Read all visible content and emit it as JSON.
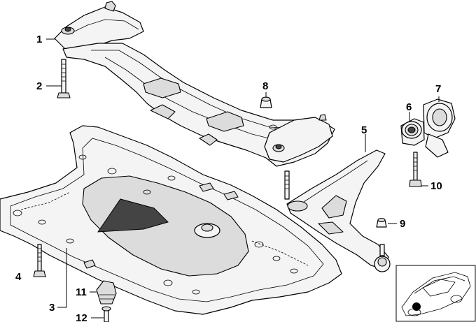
{
  "diagram": {
    "callouts": [
      {
        "id": "1",
        "label": "1"
      },
      {
        "id": "2",
        "label": "2"
      },
      {
        "id": "3",
        "label": "3"
      },
      {
        "id": "4",
        "label": "4"
      },
      {
        "id": "5",
        "label": "5"
      },
      {
        "id": "6",
        "label": "6"
      },
      {
        "id": "7",
        "label": "7"
      },
      {
        "id": "8",
        "label": "8"
      },
      {
        "id": "9",
        "label": "9"
      },
      {
        "id": "10",
        "label": "10"
      },
      {
        "id": "11",
        "label": "11"
      },
      {
        "id": "12",
        "label": "12"
      }
    ],
    "parts": [
      "front-axle-carrier",
      "carrier-bolt",
      "reinforcement-plate",
      "plate-bolt",
      "control-arm",
      "rubber-mount",
      "hydro-mount",
      "buffer",
      "nut",
      "mount-bolt",
      "plate-buffer",
      "plate-screw"
    ],
    "locator_thumbnail": "car-locator-icon"
  }
}
